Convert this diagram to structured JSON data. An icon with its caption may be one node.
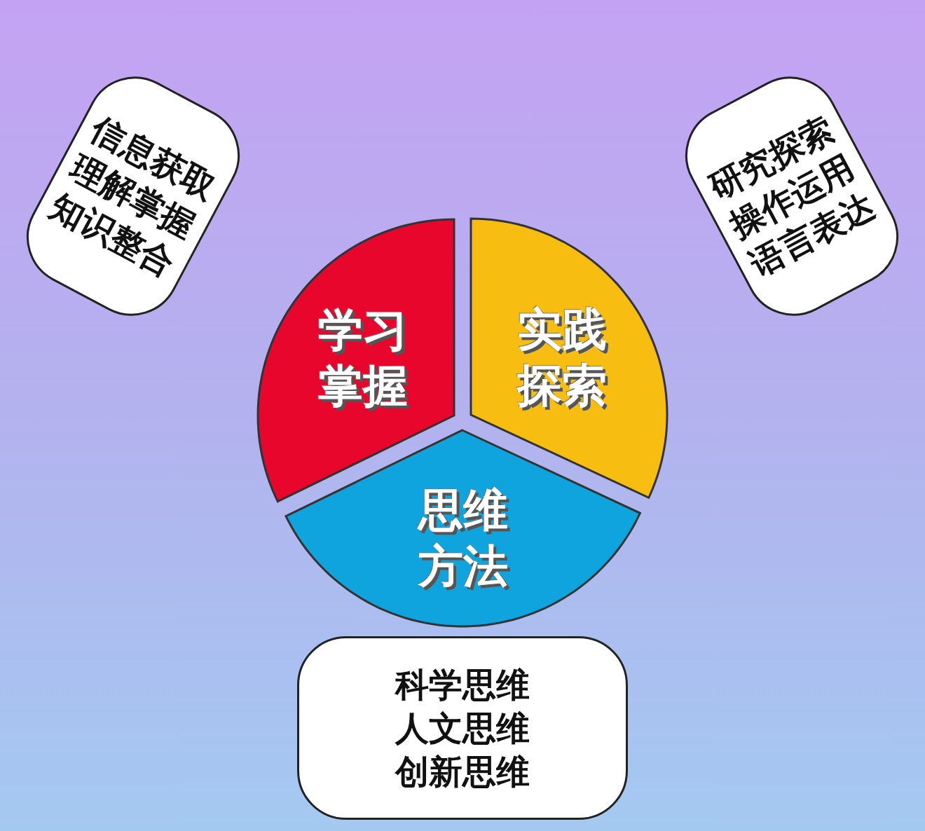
{
  "diagram": {
    "nodes": [
      {
        "text": [
          "学习掌握"
        ]
      },
      {
        "text": [
          "实践探索"
        ]
      },
      {
        "text": [
          "思维方法"
        ]
      },
      {
        "text": [
          "信息获取",
          "理解掌握",
          "知识整合"
        ]
      },
      {
        "text": [
          "研究探索",
          "操作运用",
          "语言表达"
        ]
      },
      {
        "text": [
          "科学思维",
          "人文思维",
          "创新思维"
        ]
      }
    ]
  }
}
